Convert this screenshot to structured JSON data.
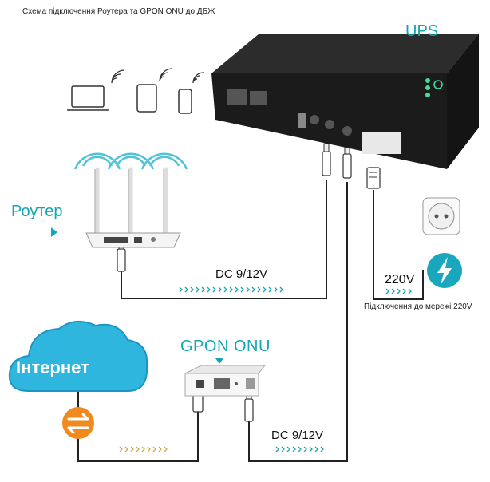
{
  "title": "Схема підключення Роутера та GPON ONU до ДБЖ",
  "labels": {
    "ups": "UPS",
    "router": "Роутер",
    "gpon": "GPON ONU",
    "internet": "Інтернет",
    "dc_router": "DC 9/12V",
    "dc_onu": "DC 9/12V",
    "mains_voltage": "220V",
    "mains_connection": "Підключення до мережі 220V"
  },
  "colors": {
    "accent": "#14a6b3",
    "cloud": "#2fb6de",
    "cable": "#222222",
    "ups_body": "#1b1b1b",
    "bolt_badge": "#19a7bd",
    "exchange_badge": "#f08a1e",
    "dotted_arrows": "#d6a84a"
  },
  "icons": [
    "laptop-icon",
    "tablet-icon",
    "smartphone-icon",
    "wifi-icon",
    "power-socket-icon",
    "lightning-bolt-icon",
    "exchange-arrows-icon"
  ]
}
